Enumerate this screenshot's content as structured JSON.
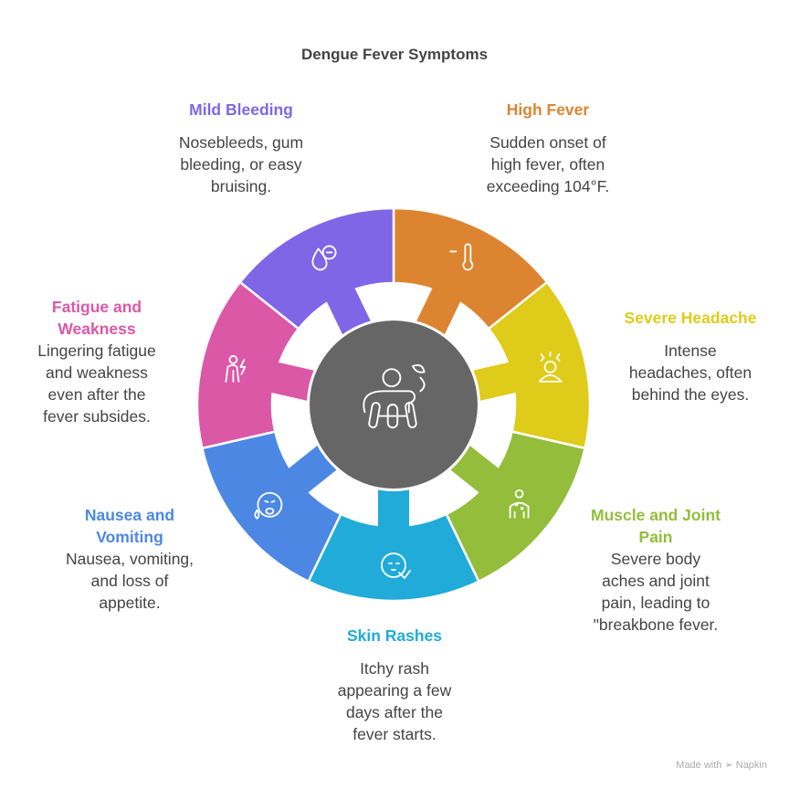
{
  "title": "Dengue Fever Symptoms",
  "center_icon": "person-sick-icon",
  "segments": [
    {
      "name": "high-fever",
      "title": [
        "High Fever"
      ],
      "desc": [
        "Sudden onset of",
        "high fever, often",
        "exceeding 104°F."
      ],
      "color": "#DD8431",
      "icon": "thermometer-icon"
    },
    {
      "name": "severe-headache",
      "title": [
        "Severe Headache"
      ],
      "desc": [
        "Intense",
        "headaches, often",
        "behind the eyes."
      ],
      "color": "#DFCB19",
      "icon": "headache-icon"
    },
    {
      "name": "muscle-joint-pain",
      "title": [
        "Muscle and Joint",
        "Pain"
      ],
      "desc": [
        "Severe body",
        "aches and joint",
        "pain, leading to",
        "\"breakbone fever."
      ],
      "color": "#93BD3B",
      "icon": "body-pain-icon"
    },
    {
      "name": "skin-rashes",
      "title": [
        "Skin Rashes"
      ],
      "desc": [
        "Itchy rash",
        "appearing a few",
        "days after the",
        "fever starts."
      ],
      "color": "#20ABD9",
      "icon": "rash-icon"
    },
    {
      "name": "nausea-vomiting",
      "title": [
        "Nausea and",
        "Vomiting"
      ],
      "desc": [
        "Nausea, vomiting,",
        "and loss of",
        "appetite."
      ],
      "color": "#4C88E3",
      "icon": "nausea-face-icon"
    },
    {
      "name": "fatigue-weakness",
      "title": [
        "Fatigue and",
        "Weakness"
      ],
      "desc": [
        "Lingering fatigue",
        "and weakness",
        "even after the",
        "fever subsides."
      ],
      "color": "#DB58A7",
      "icon": "fatigue-icon"
    },
    {
      "name": "mild-bleeding",
      "title": [
        "Mild Bleeding"
      ],
      "desc": [
        "Nosebleeds, gum",
        "bleeding, or easy",
        "bruising."
      ],
      "color": "#7F66E6",
      "icon": "blood-drop-icon"
    }
  ],
  "watermark": "Made with ➢ Napkin"
}
